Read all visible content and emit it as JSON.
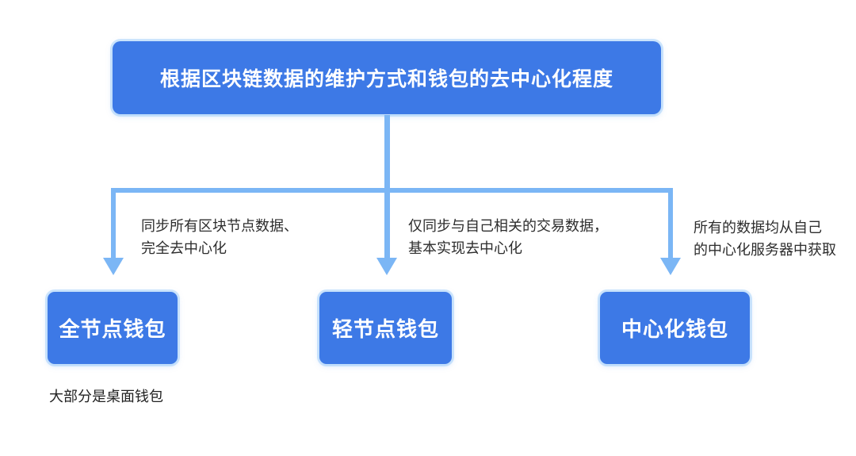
{
  "colors": {
    "node_fill": "#3D79E6",
    "node_text": "#FFFFFF",
    "connector": "#7BB6F5",
    "label_text": "#2D2D2D",
    "background": "#FFFFFF"
  },
  "root": {
    "label": "根据区块链数据的维护方式和钱包的去中心化程度"
  },
  "branches": [
    {
      "note_line1": "同步所有区块节点数据、",
      "note_line2": "完全去中心化",
      "node_label": "全节点钱包"
    },
    {
      "note_line1": "仅同步与自己相关的交易数据，",
      "note_line2": "基本实现去中心化",
      "node_label": "轻节点钱包"
    },
    {
      "note_line1": "所有的数据均从自己",
      "note_line2": "的中心化服务器中获取",
      "node_label": "中心化钱包"
    }
  ],
  "footnote": "大部分是桌面钱包"
}
